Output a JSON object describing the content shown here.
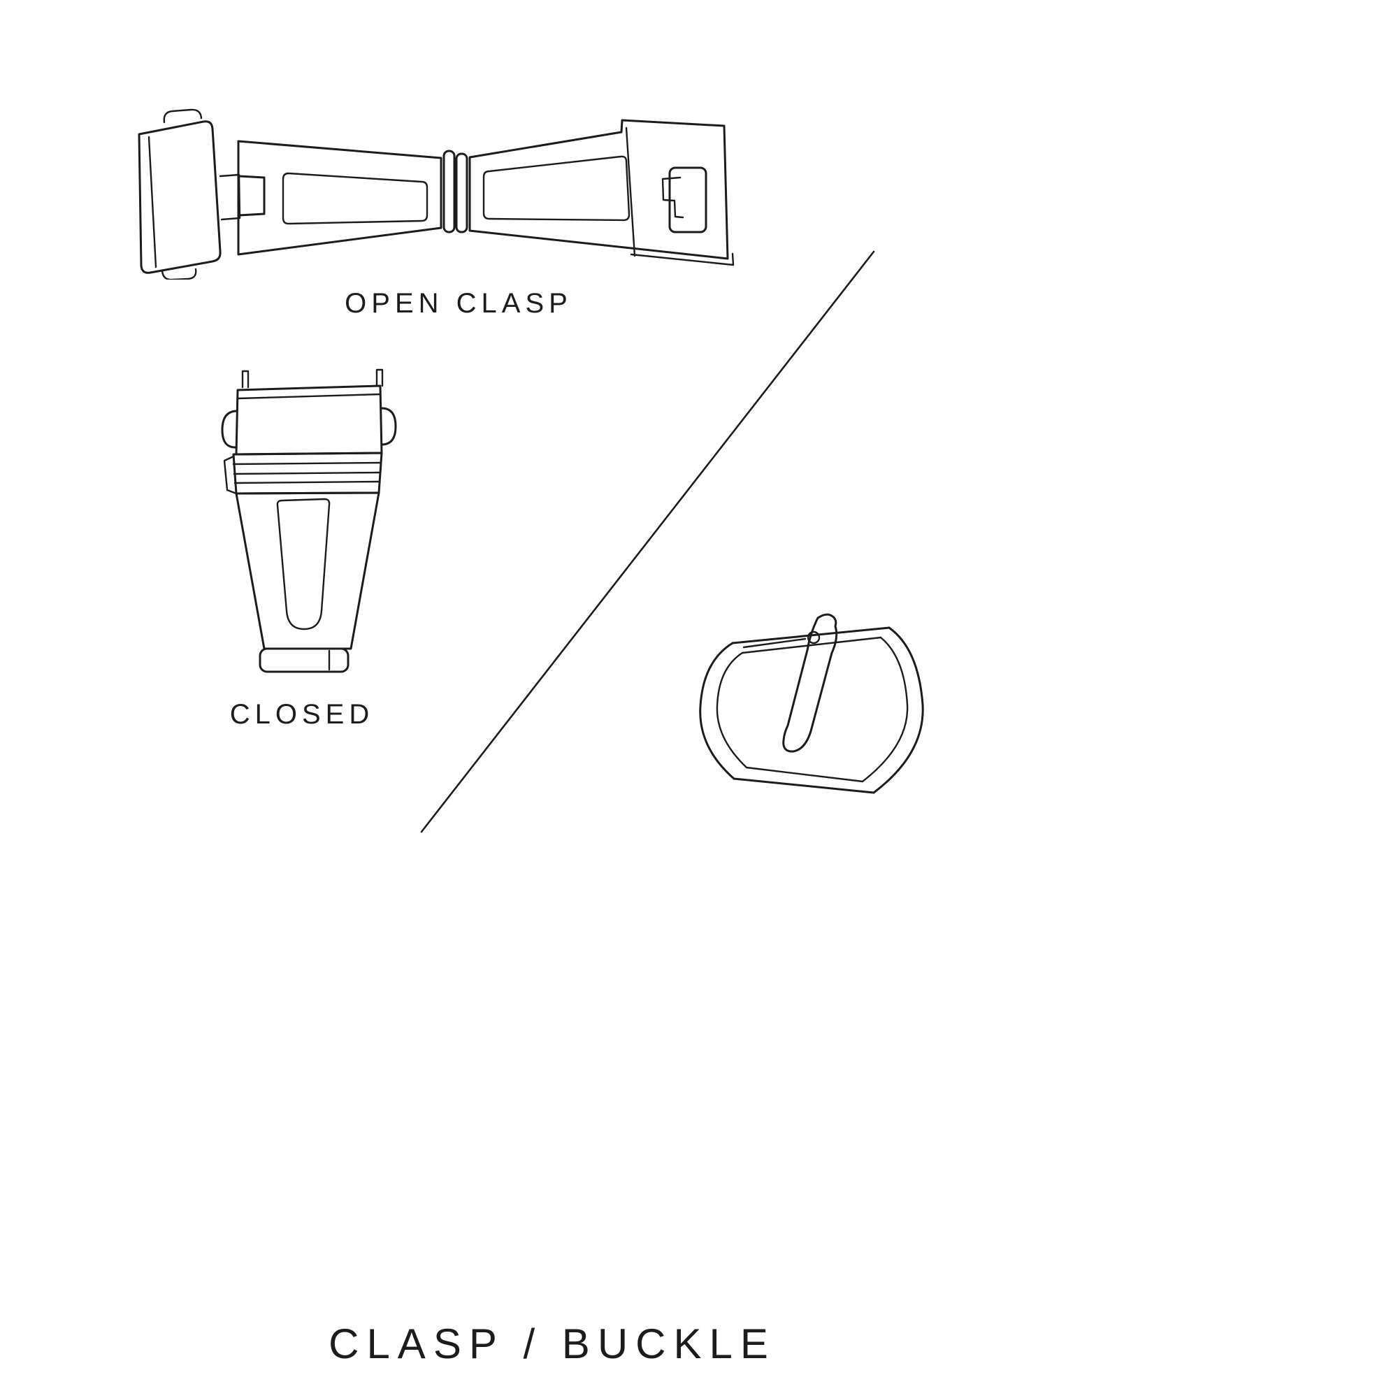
{
  "page": {
    "background": "#ffffff",
    "ink": "#1c1c1c",
    "title": "CLASP / BUCKLE"
  },
  "labels": {
    "open_clasp": "OPEN CLASP",
    "closed": "CLOSED"
  },
  "illustrations": {
    "open_clasp": "open-clasp-line-drawing",
    "closed_clasp": "closed-clasp-line-drawing",
    "pin_buckle": "pin-buckle-line-drawing",
    "divider": "diagonal-divider-line"
  }
}
